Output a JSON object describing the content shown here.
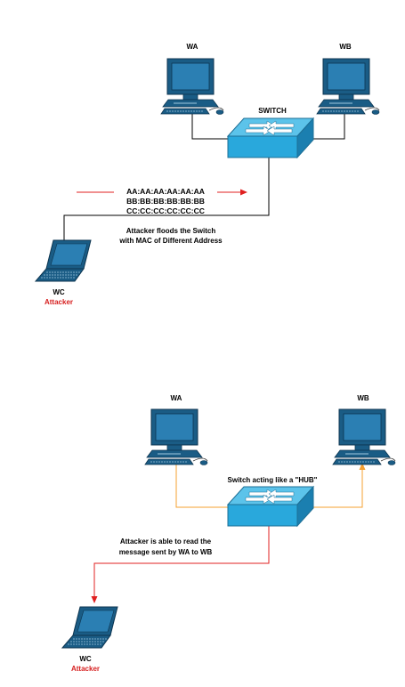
{
  "top": {
    "wa_label": "WA",
    "wb_label": "WB",
    "switch_label": "SWITCH",
    "mac_lines": [
      "AA:AA:AA:AA:AA:AA",
      "BB:BB:BB:BB:BB:BB",
      "CC:CC:CC:CC:CC:CC"
    ],
    "caption_line1": "Attacker floods the Switch",
    "caption_line2": "with MAC of Different Address",
    "wc_label": "WC",
    "attacker_label": "Attacker"
  },
  "bottom": {
    "wa_label": "WA",
    "wb_label": "WB",
    "switch_caption": "Switch acting like a \"HUB\"",
    "caption_line1": "Attacker is able to read the",
    "caption_line2": "message sent by WA to WB",
    "wc_label": "WC",
    "attacker_label": "Attacker"
  },
  "colors": {
    "device": "#1a5c85",
    "switch": "#29a8dc",
    "orange_link": "#f5a030",
    "red_link": "#e02020",
    "attacker_text": "#d61f1f"
  }
}
